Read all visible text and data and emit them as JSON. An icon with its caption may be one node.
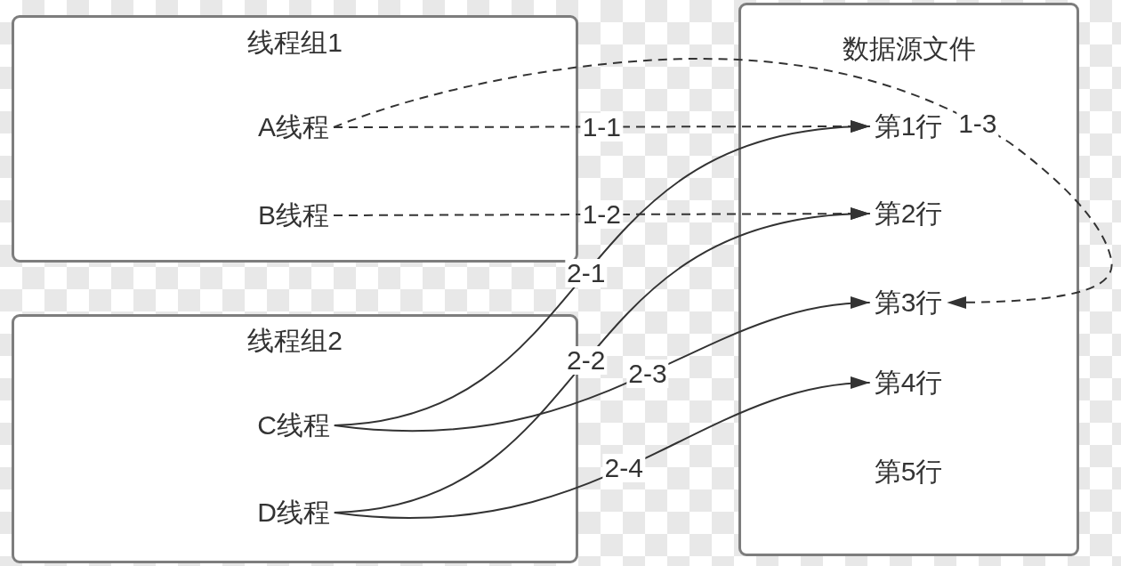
{
  "diagram": {
    "nodes": [
      {
        "text": [
          "线程组1"
        ]
      },
      {
        "text": [
          "A线程"
        ],
        "in": 0
      },
      {
        "text": [
          "B线程"
        ],
        "in": 0
      },
      {
        "text": [
          "线程组2"
        ]
      },
      {
        "text": [
          "C线程"
        ],
        "in": 3
      },
      {
        "text": [
          "D线程"
        ],
        "in": 3
      },
      {
        "text": [
          "数据源文件"
        ]
      },
      {
        "text": [
          "第1行"
        ],
        "in": 6
      },
      {
        "text": [
          "第2行"
        ],
        "in": 6
      },
      {
        "text": [
          "第3行"
        ],
        "in": 6
      },
      {
        "text": [
          "第4行"
        ],
        "in": 6
      },
      {
        "text": [
          "第5行"
        ],
        "in": 6
      }
    ],
    "edges": [
      {
        "from": 1,
        "to": 7,
        "arrow": "to",
        "label": "1-1",
        "style": "dashed"
      },
      {
        "from": 2,
        "to": 8,
        "arrow": "to",
        "label": "1-2",
        "style": "dashed"
      },
      {
        "from": 1,
        "to": 9,
        "arrow": "to",
        "label": "1-3",
        "style": "dashed"
      },
      {
        "from": 4,
        "to": 7,
        "arrow": "to",
        "label": "2-1"
      },
      {
        "from": 5,
        "to": 8,
        "arrow": "to",
        "label": "2-2"
      },
      {
        "from": 4,
        "to": 9,
        "arrow": "to",
        "label": "2-3"
      },
      {
        "from": 5,
        "to": 10,
        "arrow": "to",
        "label": "2-4"
      }
    ]
  }
}
